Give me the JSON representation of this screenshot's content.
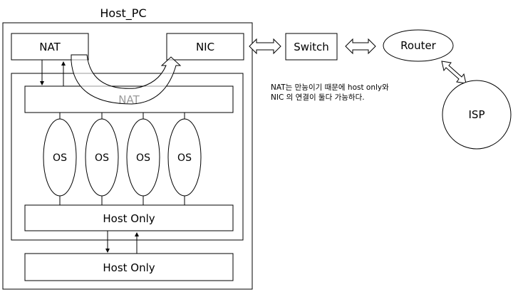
{
  "host": {
    "title": "Host_PC"
  },
  "boxes": {
    "nat_top": "NAT",
    "nic": "NIC",
    "nat_bar": "NAT",
    "host_only_inner": "Host Only",
    "host_only_outer": "Host Only",
    "switch": "Switch",
    "router": "Router",
    "isp": "ISP"
  },
  "vms": [
    {
      "label": "OS"
    },
    {
      "label": "OS"
    },
    {
      "label": "OS"
    },
    {
      "label": "OS"
    }
  ],
  "note": {
    "line1": "NAT는 만능이기 때문에 host only와",
    "line2": "NIC 의 연결이 둘다 가능하다."
  }
}
